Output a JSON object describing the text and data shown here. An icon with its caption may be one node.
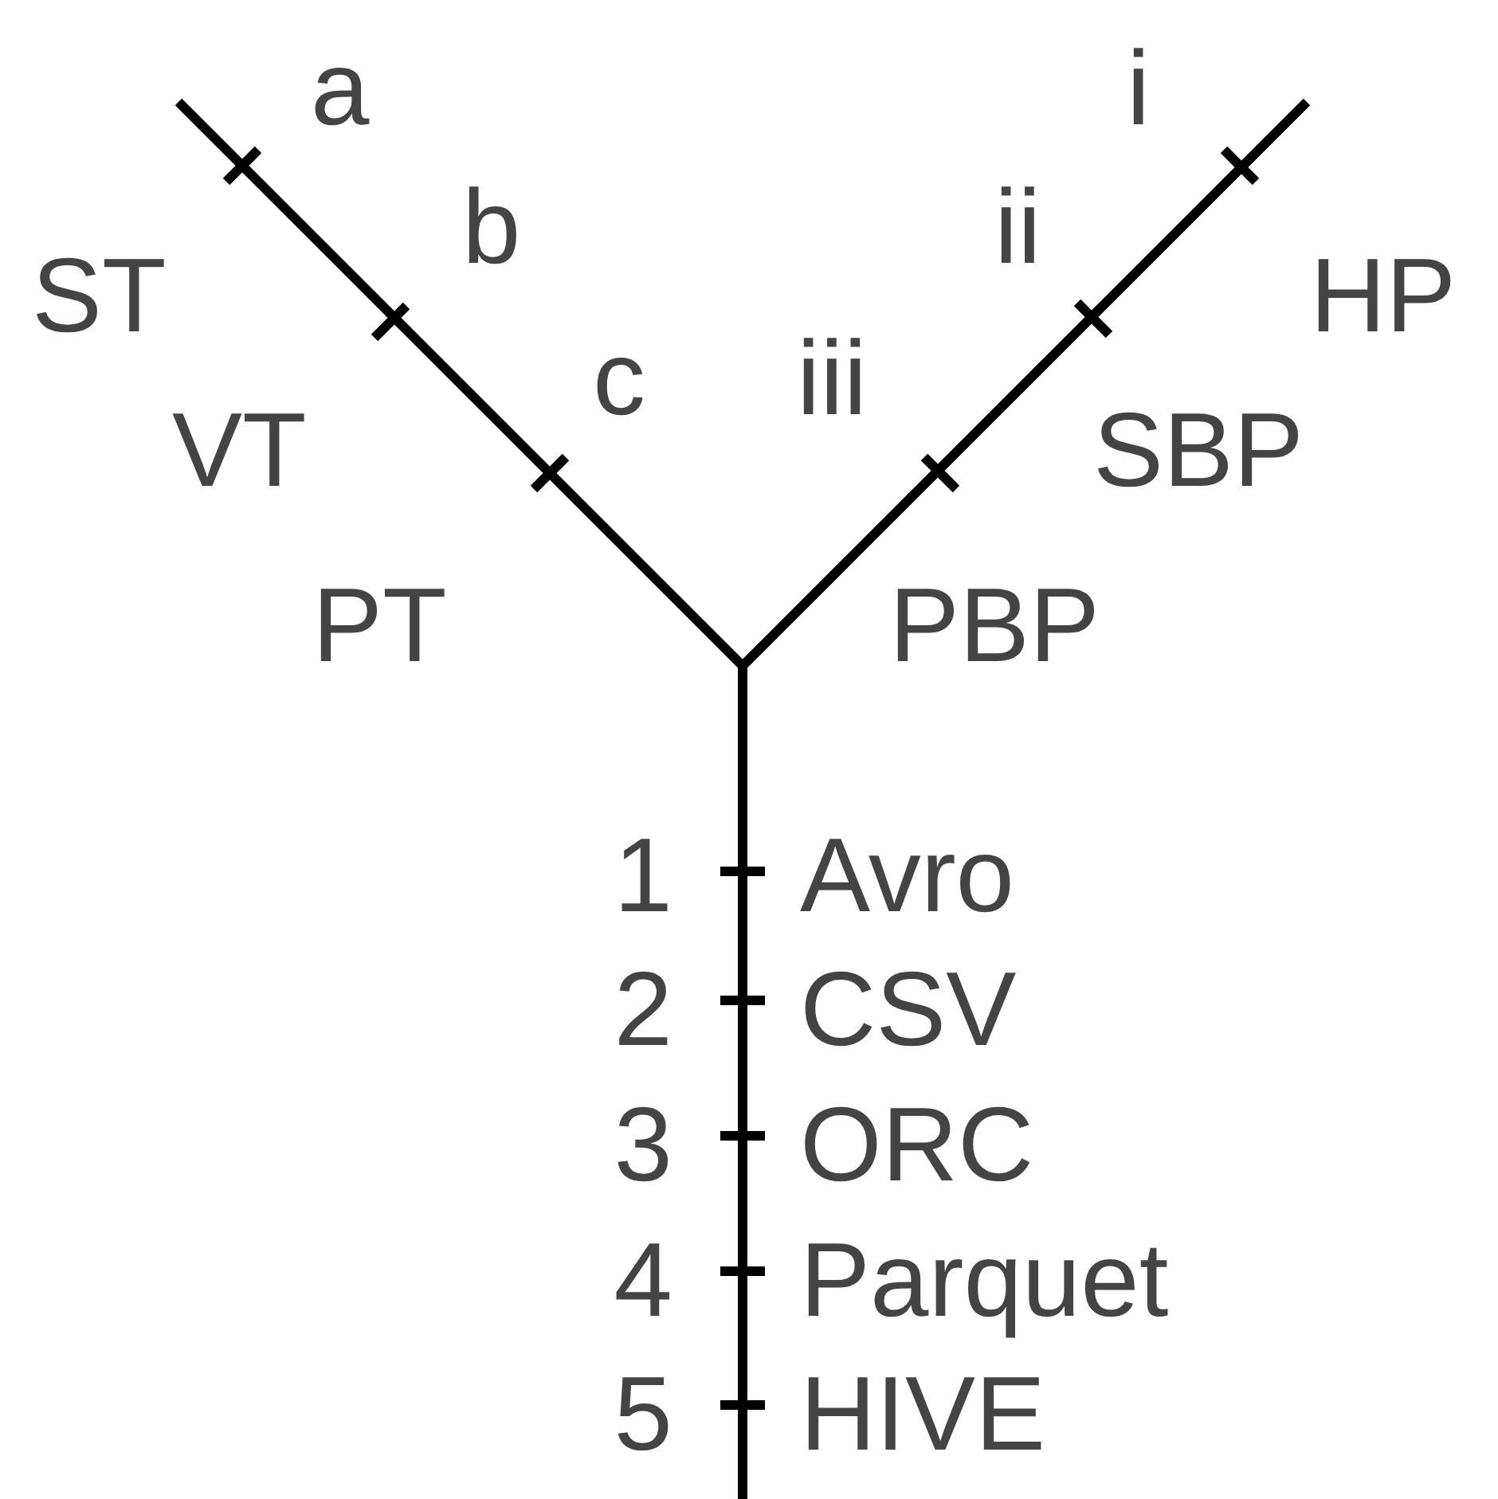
{
  "diagram": {
    "labels": [
      "a",
      "i",
      "ST",
      "b",
      "ii",
      "HP",
      "VT",
      "c",
      "iii",
      "SBP",
      "PT",
      "PBP",
      "1",
      "Avro",
      "2",
      "CSV",
      "3",
      "ORC",
      "4",
      "Parquet",
      "5",
      "HIVE"
    ]
  }
}
